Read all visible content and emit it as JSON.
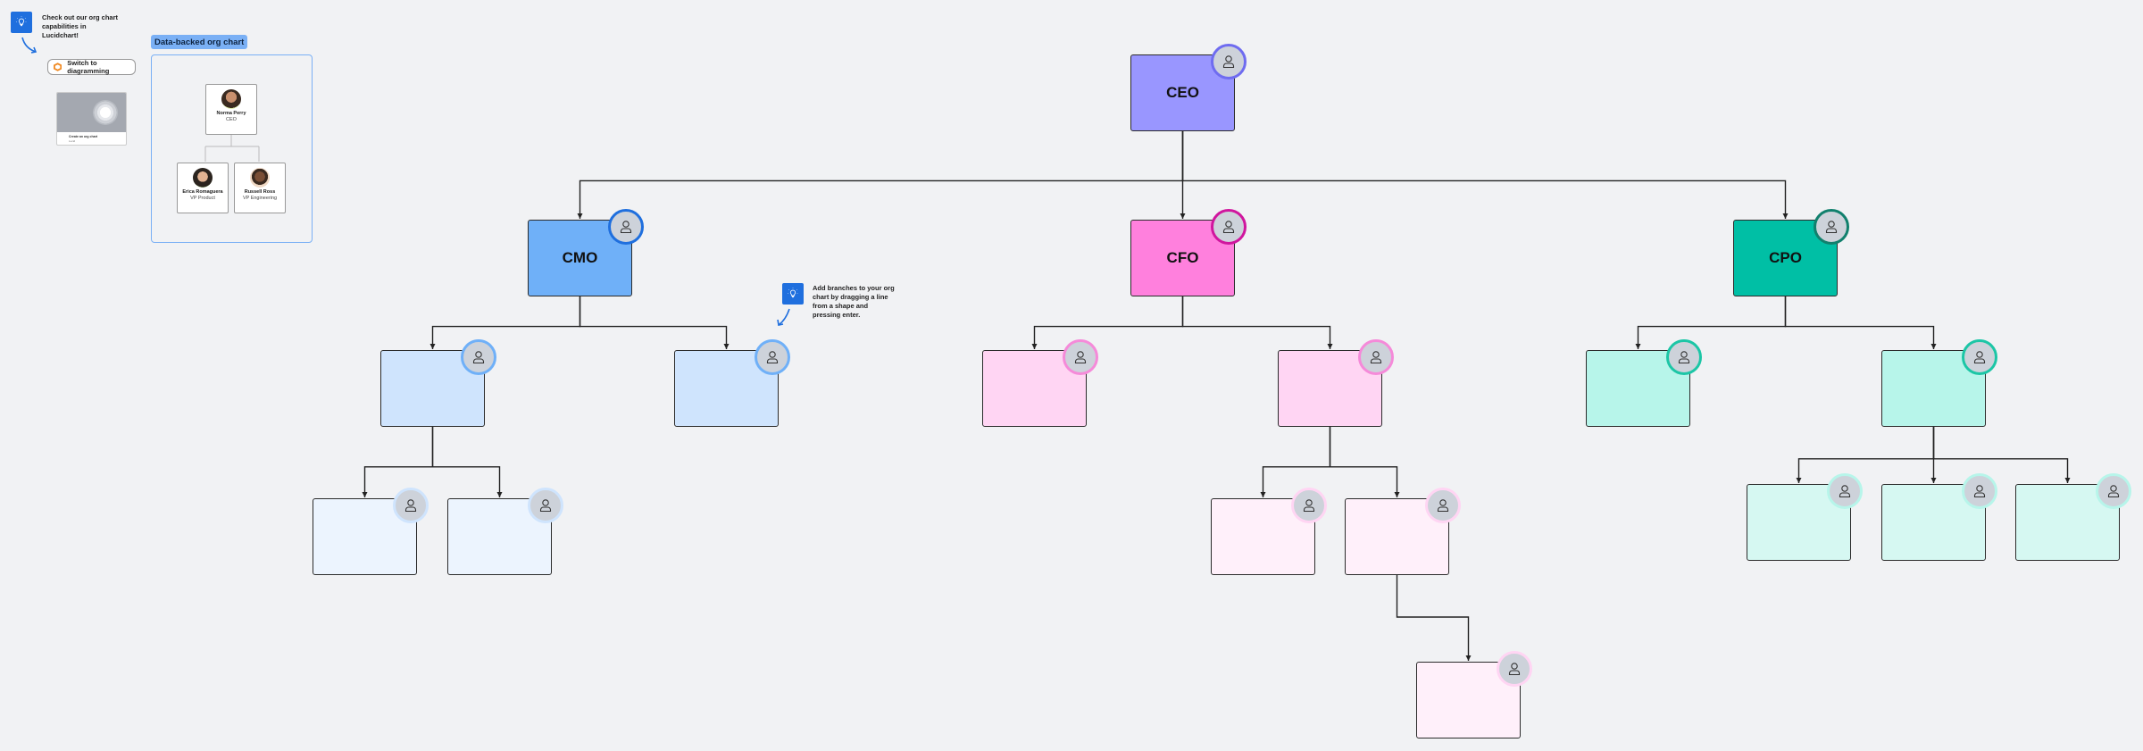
{
  "tips": [
    {
      "icon": "lightbulb-icon",
      "text": "Check out our org chart capabilities in Lucidchart!"
    },
    {
      "icon": "lightbulb-icon",
      "text": "Add branches to your org chart by dragging a line from a shape and pressing enter."
    }
  ],
  "switch_button": {
    "label": "Switch to diagramming",
    "icon": "lucid-logo-icon"
  },
  "thumbnail": {
    "title": "Create an org chart",
    "subtitle": "Lucid"
  },
  "data_backed": {
    "label": "Data-backed org chart",
    "people": [
      {
        "name": "Norma Perry",
        "role": "CEO"
      },
      {
        "name": "Erica Romaguera",
        "role": "VP Product"
      },
      {
        "name": "Russell Ross",
        "role": "VP Engineering"
      }
    ]
  },
  "colors": {
    "ceo": "#9996ff",
    "cmo": "#6fb0f8",
    "cfo": "#ff80dd",
    "cpo": "#00bfa5",
    "cmo_l2": "#cfe4fd",
    "cmo_l3": "#ecf4fe",
    "cfo_l2": "#ffd5f3",
    "cfo_l3": "#fff0fa",
    "cpo_l2": "#b7f5ea",
    "cpo_l3": "#d6f8f2"
  },
  "org": {
    "nodes": [
      {
        "id": "ceo",
        "title": "CEO",
        "parent": null
      },
      {
        "id": "cmo",
        "title": "CMO",
        "parent": "ceo"
      },
      {
        "id": "cfo",
        "title": "CFO",
        "parent": "ceo"
      },
      {
        "id": "cpo",
        "title": "CPO",
        "parent": "ceo"
      },
      {
        "id": "cmo-1",
        "title": "",
        "parent": "cmo"
      },
      {
        "id": "cmo-2",
        "title": "",
        "parent": "cmo"
      },
      {
        "id": "cmo-1-1",
        "title": "",
        "parent": "cmo-1"
      },
      {
        "id": "cmo-1-2",
        "title": "",
        "parent": "cmo-1"
      },
      {
        "id": "cfo-1",
        "title": "",
        "parent": "cfo"
      },
      {
        "id": "cfo-2",
        "title": "",
        "parent": "cfo"
      },
      {
        "id": "cfo-2-1",
        "title": "",
        "parent": "cfo-2"
      },
      {
        "id": "cfo-2-2",
        "title": "",
        "parent": "cfo-2"
      },
      {
        "id": "cfo-2-2-1",
        "title": "",
        "parent": "cfo-2-2"
      },
      {
        "id": "cpo-1",
        "title": "",
        "parent": "cpo"
      },
      {
        "id": "cpo-2",
        "title": "",
        "parent": "cpo"
      },
      {
        "id": "cpo-2-1",
        "title": "",
        "parent": "cpo-2"
      },
      {
        "id": "cpo-2-2",
        "title": "",
        "parent": "cpo-2"
      },
      {
        "id": "cpo-2-3",
        "title": "",
        "parent": "cpo-2"
      }
    ]
  }
}
